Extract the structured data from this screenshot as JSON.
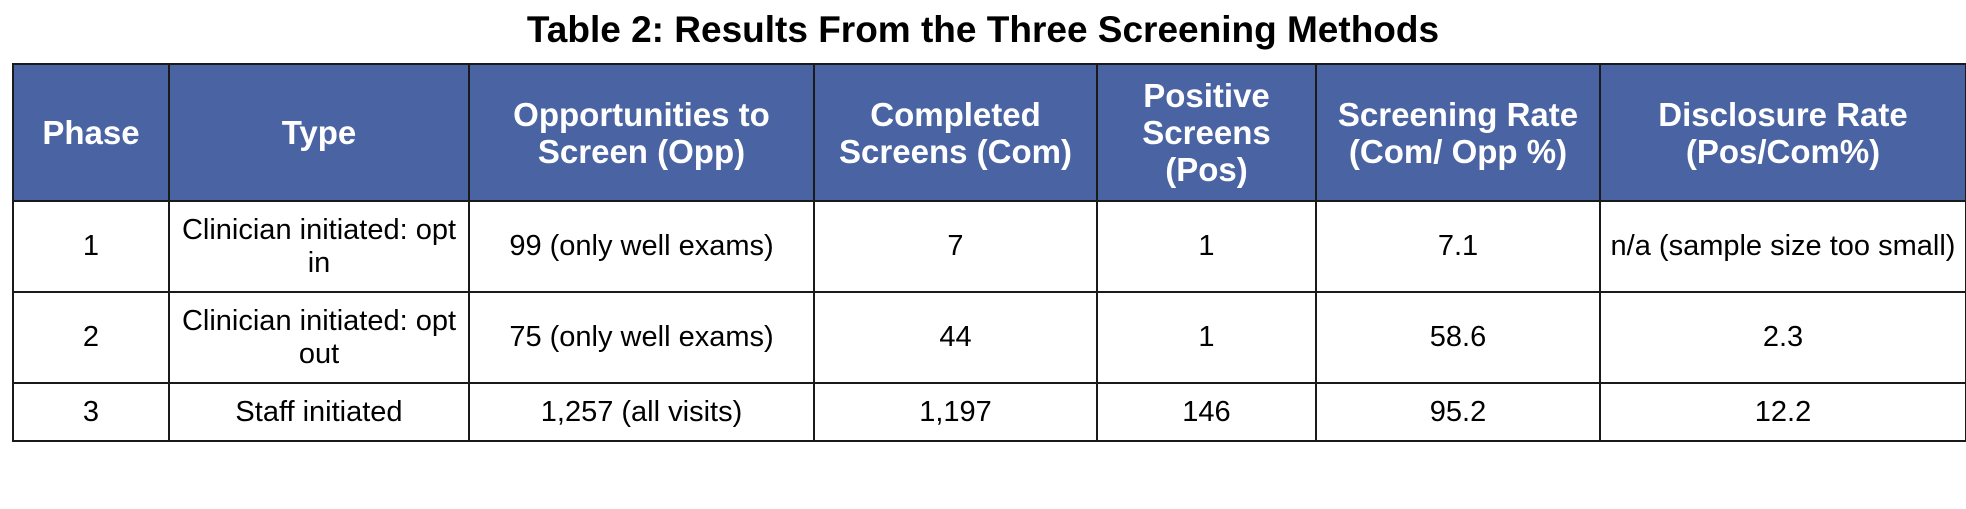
{
  "title": "Table 2: Results From the Three Screening Methods",
  "table": {
    "headers": [
      "Phase",
      "Type",
      "Opportunities to Screen (Opp)",
      "Completed Screens (Com)",
      "Positive Screens (Pos)",
      "Screening Rate (Com/ Opp %)",
      "Disclosure Rate (Pos/Com%)"
    ],
    "rows": [
      [
        "1",
        "Clinician initiated: opt in",
        "99 (only well exams)",
        "7",
        "1",
        "7.1",
        "n/a (sample size too small)"
      ],
      [
        "2",
        "Clinician initiated: opt out",
        "75 (only well exams)",
        "44",
        "1",
        "58.6",
        "2.3"
      ],
      [
        "3",
        "Staff initiated",
        "1,257 (all visits)",
        "1,197",
        "146",
        "95.2",
        "12.2"
      ]
    ]
  },
  "colors": {
    "header_background": "#4a64a3",
    "header_text": "#ffffff",
    "border": "#1a1a1a"
  }
}
